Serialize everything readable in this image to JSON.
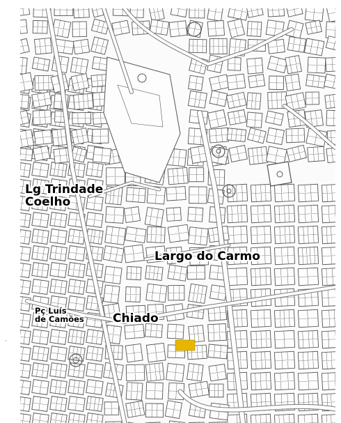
{
  "map": {
    "labels": {
      "trindade_line1": "Lg Trindade",
      "trindade_line2": "Coelho",
      "carmo": "Largo do Carmo",
      "camoes_line1": "Pç Luís",
      "camoes_line2": "de Camões",
      "chiado": "Chiado"
    },
    "colors": {
      "background": "#fbfbfb",
      "building_stroke": "#555555",
      "street_fill": "#ffffff",
      "main_road": "#7a7a7a",
      "highlight": "#e8b600"
    },
    "stray_mark": "·"
  }
}
